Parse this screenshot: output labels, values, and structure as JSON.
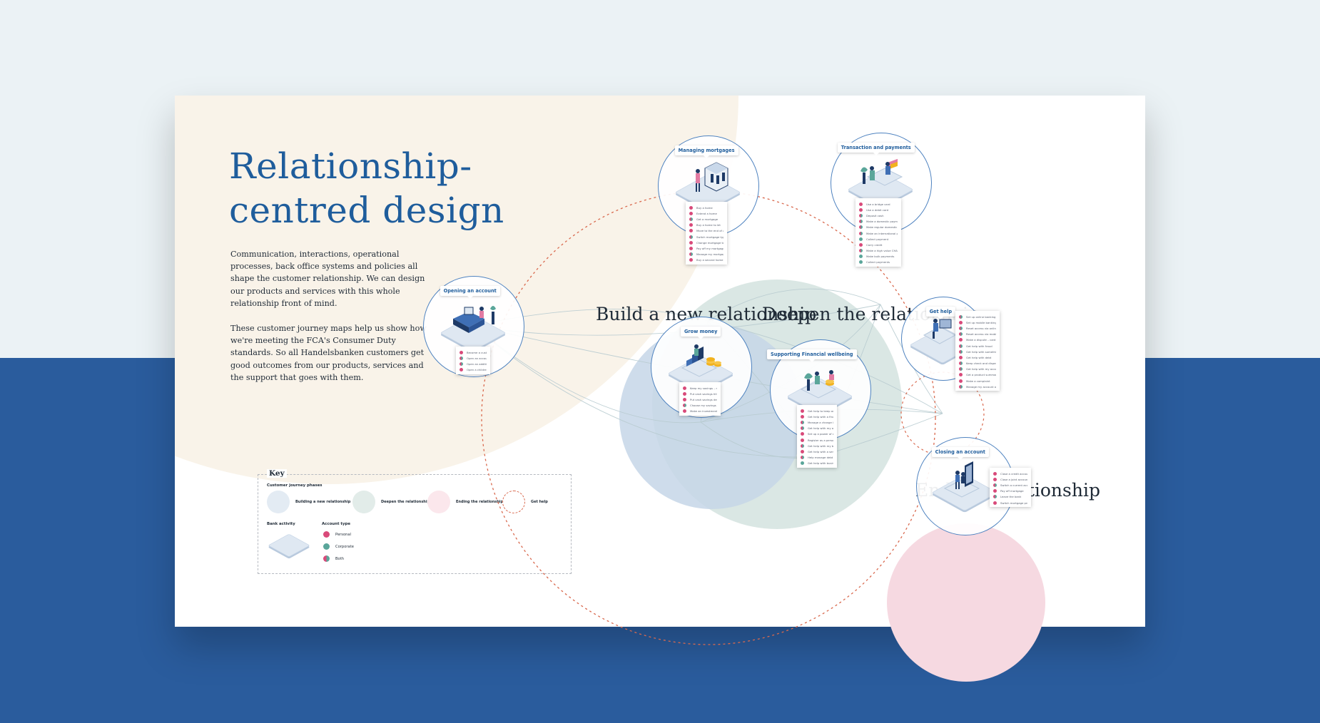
{
  "page": {
    "title_line1": "Relationship-",
    "title_line2": "centred design",
    "intro_p1": "Communication, interactions, operational processes, back office systems and policies all shape the customer relationship. We can design our products and services with this whole relationship front of mind.",
    "intro_p2": "These customer journey maps help us show how we're meeting the FCA's Consumer Duty standards. So all Handelsbanken customers get good outcomes from our products, services and the support that goes with them."
  },
  "colors": {
    "page_bg_top": "#ebf2f5",
    "page_bg_bottom": "#2a5c9d",
    "title": "#1f5d9c",
    "build_phase": "#c5d6e8",
    "deepen_phase": "#cfe0dc",
    "ending_phase": "#f6d9e1",
    "get_help_ring": "#d9694e",
    "personal": "#d94a7a",
    "corporate": "#5aa69a"
  },
  "phases": {
    "build": "Build a new relationship",
    "deepen": "Deepen the relationship",
    "end": "End the relationship"
  },
  "nodes": [
    {
      "id": "opening",
      "label": "Opening an account",
      "icon": "sofa-laptop-icon",
      "activities": [
        {
          "t": "Become a customer",
          "a": "personal"
        },
        {
          "t": "Open an account",
          "a": "both"
        },
        {
          "t": "Open an additional account",
          "a": "both"
        },
        {
          "t": "Open a children's account",
          "a": "personal"
        }
      ]
    },
    {
      "id": "mortgages",
      "label": "Managing mortgages",
      "icon": "house-keys-icon",
      "activities": [
        {
          "t": "Buy a home",
          "a": "personal"
        },
        {
          "t": "Extend a home",
          "a": "personal"
        },
        {
          "t": "Get a mortgage",
          "a": "both"
        },
        {
          "t": "Buy a home to let",
          "a": "personal"
        },
        {
          "t": "Move to the end of a fixed rate",
          "a": "personal"
        },
        {
          "t": "Switch mortgage type",
          "a": "both"
        },
        {
          "t": "Change mortgage terms",
          "a": "personal"
        },
        {
          "t": "Pay off my mortgage",
          "a": "personal"
        },
        {
          "t": "Manage my mortgage at maturity",
          "a": "both"
        },
        {
          "t": "Buy a second home",
          "a": "personal"
        }
      ]
    },
    {
      "id": "transactions",
      "label": "Transaction and payments",
      "icon": "card-payment-icon",
      "activities": [
        {
          "t": "Use a bridge card",
          "a": "personal"
        },
        {
          "t": "Use a debit card",
          "a": "personal"
        },
        {
          "t": "Deposit cash",
          "a": "both"
        },
        {
          "t": "Make a domestic payment",
          "a": "both"
        },
        {
          "t": "Make regular domestic payments",
          "a": "both"
        },
        {
          "t": "Make an international payment",
          "a": "both"
        },
        {
          "t": "Collect payment",
          "a": "corporate"
        },
        {
          "t": "Carry credit",
          "a": "personal"
        },
        {
          "t": "Make a high value CHAPS payment",
          "a": "both"
        },
        {
          "t": "Make bulk payments",
          "a": "corporate"
        },
        {
          "t": "Collect payments",
          "a": "corporate"
        }
      ]
    },
    {
      "id": "help",
      "label": "Get help",
      "icon": "support-desk-icon",
      "activities": [
        {
          "t": "Set up online banking",
          "a": "both"
        },
        {
          "t": "Set up mobile banking",
          "a": "personal"
        },
        {
          "t": "Reset access via online banking",
          "a": "both"
        },
        {
          "t": "Reset access via mobile banking",
          "a": "both"
        },
        {
          "t": "Make a dispute – card payment transaction",
          "a": "personal"
        },
        {
          "t": "Get help with fraud",
          "a": "both"
        },
        {
          "t": "Get help with something else",
          "a": "both"
        },
        {
          "t": "Get help with debt",
          "a": "personal"
        },
        {
          "t": "Keep check and dispense cash",
          "a": "both"
        },
        {
          "t": "Get help with my account",
          "a": "both"
        },
        {
          "t": "Get a product summary",
          "a": "personal"
        },
        {
          "t": "Make a complaint",
          "a": "personal"
        },
        {
          "t": "Manage my account online",
          "a": "both"
        }
      ]
    },
    {
      "id": "grow",
      "label": "Grow money",
      "icon": "coins-stairs-icon",
      "activities": [
        {
          "t": "Keep my savings – regular account",
          "a": "personal"
        },
        {
          "t": "Put cash savings till later",
          "a": "personal"
        },
        {
          "t": "Put cash savings deposits into",
          "a": "personal"
        },
        {
          "t": "Choose my savings term account",
          "a": "both"
        },
        {
          "t": "Make an investment",
          "a": "personal"
        }
      ]
    },
    {
      "id": "wellbeing",
      "label": "Supporting Financial wellbeing",
      "icon": "wellbeing-coins-icon",
      "activities": [
        {
          "t": "Get help to keep on mortgage payments",
          "a": "personal"
        },
        {
          "t": "Get help with a financial life event",
          "a": "personal"
        },
        {
          "t": "Manage a change in financial circumstances",
          "a": "both"
        },
        {
          "t": "Get help with my account changes",
          "a": "both"
        },
        {
          "t": "Set up a power of attorney",
          "a": "personal"
        },
        {
          "t": "Register as a person of attorney",
          "a": "personal"
        },
        {
          "t": "Get help with my bills",
          "a": "both"
        },
        {
          "t": "Get help with a serious illness",
          "a": "personal"
        },
        {
          "t": "Help manage debt",
          "a": "both"
        },
        {
          "t": "Get help with business difficulties",
          "a": "corporate"
        }
      ]
    },
    {
      "id": "closing",
      "label": "Closing an account",
      "icon": "door-exit-icon",
      "activities": [
        {
          "t": "Close a credit account",
          "a": "personal"
        },
        {
          "t": "Close a joint account",
          "a": "personal"
        },
        {
          "t": "Switch a current account",
          "a": "both"
        },
        {
          "t": "Pay off mortgage",
          "a": "personal"
        },
        {
          "t": "Leave the bank",
          "a": "both"
        },
        {
          "t": "Switch mortgage provider",
          "a": "personal"
        }
      ]
    }
  ],
  "key": {
    "title": "Key",
    "phases_heading": "Customer journey phases",
    "build_label": "Building a new relationship",
    "deepen_label": "Deepen the relationship",
    "ending_label": "Ending the relationship",
    "help_label": "Get help",
    "bank_activity": "Bank activity",
    "account_type": "Account type",
    "personal": "Personal",
    "corporate": "Corporate",
    "both": "Both"
  }
}
